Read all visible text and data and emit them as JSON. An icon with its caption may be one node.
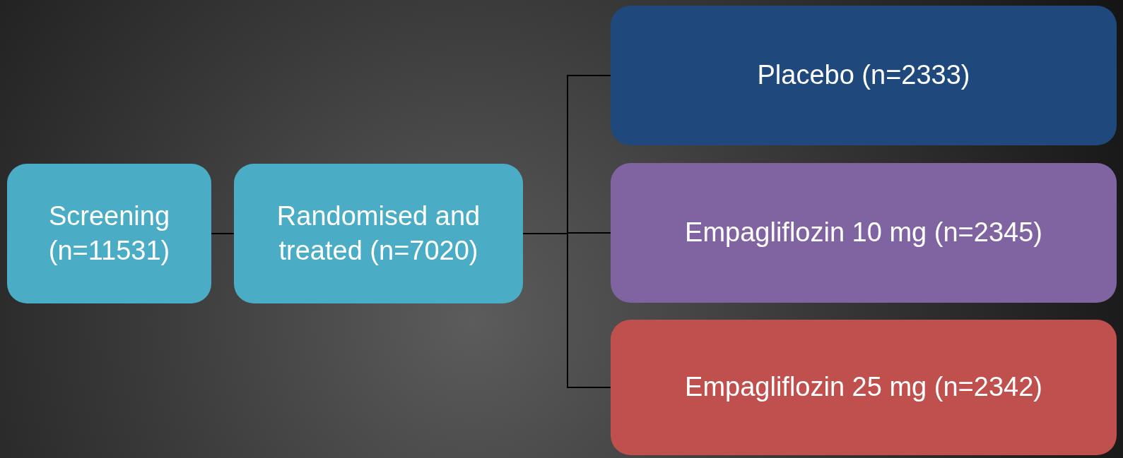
{
  "diagram": {
    "nodes": [
      {
        "text": [
          "Screening (n=11531)"
        ]
      },
      {
        "text": [
          "Randomised and treated (n=7020)"
        ]
      },
      {
        "text": [
          "Placebo (n=2333)"
        ]
      },
      {
        "text": [
          "Empagliflozin 10 mg (n=2345)"
        ]
      },
      {
        "text": [
          "Empagliflozin 25 mg (n=2342)"
        ]
      }
    ],
    "edges": [
      {
        "from": 0,
        "to": 1,
        "arrow": "none"
      },
      {
        "from": 1,
        "to": 2,
        "arrow": "none"
      },
      {
        "from": 1,
        "to": 3,
        "arrow": "none"
      },
      {
        "from": 1,
        "to": 4,
        "arrow": "none"
      }
    ]
  }
}
